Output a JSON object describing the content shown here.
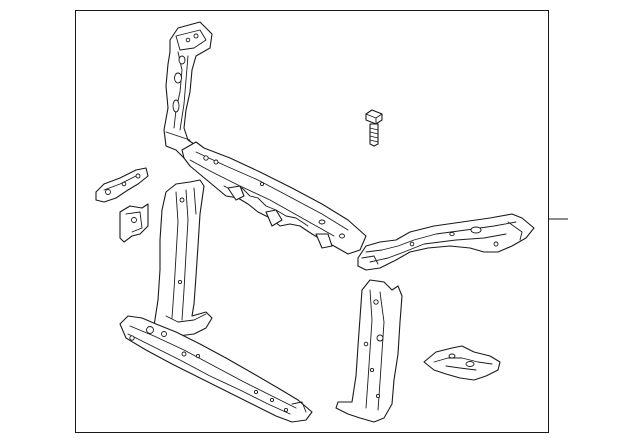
{
  "diagram": {
    "callouts": [
      ""
    ]
  },
  "colors": {
    "line": "#1a1a1a",
    "background": "#ffffff",
    "frame": "#1a1a1a"
  },
  "parts": [
    "upper-tie-bar-left-support",
    "upper-tie-bar",
    "upper-tie-bar-right-bracket",
    "bolt",
    "small-bracket-left-upper",
    "small-bracket-left-lower",
    "left-side-support",
    "lower-tie-bar",
    "right-side-support",
    "hood-latch-bracket"
  ]
}
